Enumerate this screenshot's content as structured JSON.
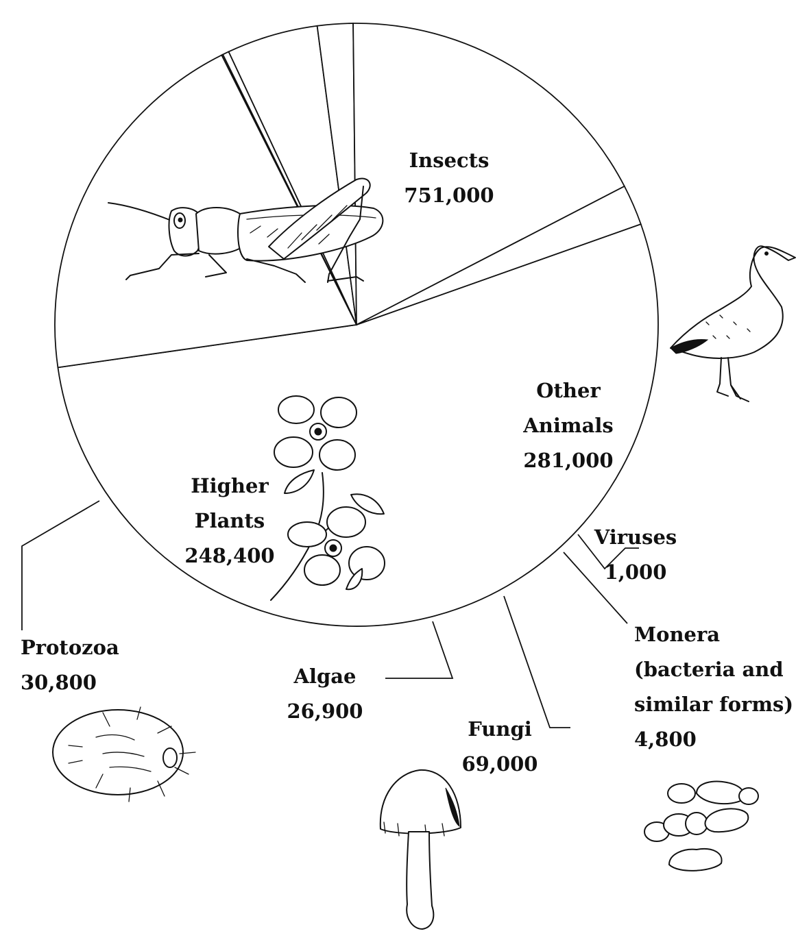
{
  "chart_data": {
    "type": "pie",
    "title": "",
    "slices": [
      {
        "label_lines": [
          "Insects"
        ],
        "value": 751000,
        "value_label": "751,000",
        "icon": "grasshopper-icon"
      },
      {
        "label_lines": [
          "Other",
          "Animals"
        ],
        "value": 281000,
        "value_label": "281,000",
        "icon": "bird-icon"
      },
      {
        "label_lines": [
          "Viruses"
        ],
        "value": 1000,
        "value_label": "1,000",
        "icon": ""
      },
      {
        "label_lines": [
          "Monera",
          "(bacteria and",
          "similar forms)"
        ],
        "value": 4800,
        "value_label": "4,800",
        "icon": "bacteria-icon"
      },
      {
        "label_lines": [
          "Fungi"
        ],
        "value": 69000,
        "value_label": "69,000",
        "icon": "mushroom-icon"
      },
      {
        "label_lines": [
          "Algae"
        ],
        "value": 26900,
        "value_label": "26,900",
        "icon": ""
      },
      {
        "label_lines": [
          "Higher",
          "Plants"
        ],
        "value": 248400,
        "value_label": "248,400",
        "icon": "flower-icon"
      },
      {
        "label_lines": [
          "Protozoa"
        ],
        "value": 30800,
        "value_label": "30,800",
        "icon": "protozoan-icon"
      }
    ],
    "colors": {
      "ink": "#111111",
      "fill": "#ffffff"
    }
  }
}
